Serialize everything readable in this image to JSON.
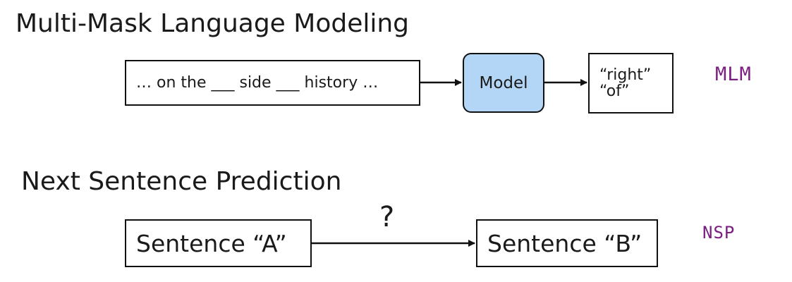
{
  "mlm": {
    "title": "Multi-Mask Language Modeling",
    "input_text": "… on the ___ side ___ history …",
    "model_label": "Model",
    "outputs": [
      "“right”",
      "“of”"
    ],
    "note": "MLM",
    "model_fill": "#b3d6f7"
  },
  "nsp": {
    "title": "Next Sentence Prediction",
    "sentence_a": "Sentence “A”",
    "sentence_b": "Sentence “B”",
    "question_mark": "?",
    "note": "NSP"
  },
  "colors": {
    "annotation": "#7b1e82",
    "stroke": "#111111"
  }
}
